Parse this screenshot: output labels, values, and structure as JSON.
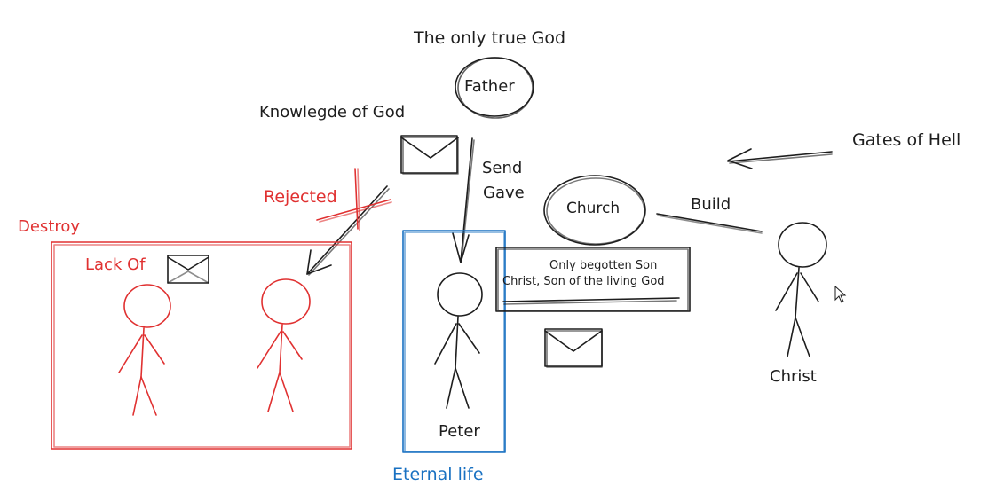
{
  "colors": {
    "ink": "#1e1e1e",
    "red": "#e03131",
    "blue": "#1971c2"
  },
  "labels": {
    "title": "The only true God",
    "father": "Father",
    "knowledge": "Knowlegde of God",
    "send": "Send",
    "gave": "Gave",
    "church": "Church",
    "build": "Build",
    "gates": "Gates of  Hell",
    "rejected": "Rejected",
    "destroy": "Destroy",
    "lack_of": "Lack Of",
    "peter": "Peter",
    "eternal_life": "Eternal life",
    "christ": "Christ",
    "confession_line1": "Only begotten Son",
    "confession_line2": "Christ, Son of the living God"
  },
  "icons": [
    "envelope-icon",
    "stick-figure-icon",
    "cursor-pointer-icon"
  ]
}
